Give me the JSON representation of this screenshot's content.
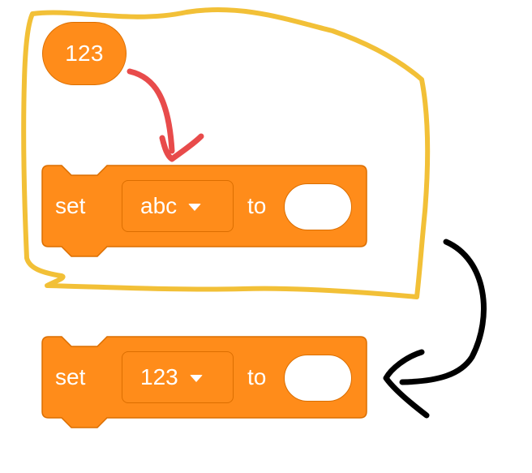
{
  "reporter": {
    "value": "123"
  },
  "blocks": [
    {
      "keyword": "set",
      "variable": "abc",
      "connector": "to"
    },
    {
      "keyword": "set",
      "variable": "123",
      "connector": "to"
    }
  ],
  "colors": {
    "block_fill": "#FF8C1A",
    "block_border": "#DB6E00",
    "highlight": "#F2C037",
    "red_arrow": "#E84B4B",
    "black_arrow": "#000000"
  },
  "icons": [
    "dropdown-caret-icon",
    "red-arrow-icon",
    "black-arrow-icon"
  ]
}
